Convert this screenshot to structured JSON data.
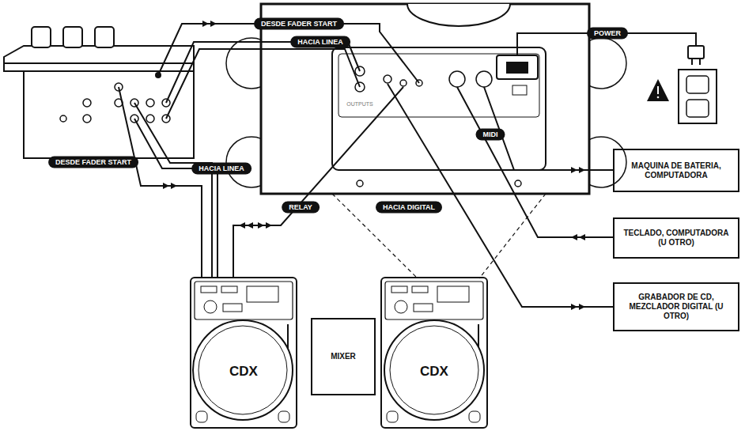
{
  "diagram": {
    "nodes": [
      {
        "text": [
          "MAQUINA DE BATERIA, COMPUTADORA"
        ]
      },
      {
        "text": [
          "TECLADO, COMPUTADORA (U OTRO)"
        ]
      },
      {
        "text": [
          "GRABADOR DE CD, MEZCLADOR DIGITAL (U OTRO)"
        ]
      },
      {
        "text": [
          "CDX"
        ]
      },
      {
        "text": [
          "MIXER"
        ]
      },
      {
        "text": [
          "CDX"
        ]
      }
    ],
    "labels": [
      "DESDE FADER START",
      "HACIA LINEA",
      "POWER",
      "MIDI",
      "DESDE FADER START",
      "HACIA LINEA",
      "RELAY",
      "HACIA DIGITAL",
      "OUTPUTS"
    ]
  }
}
